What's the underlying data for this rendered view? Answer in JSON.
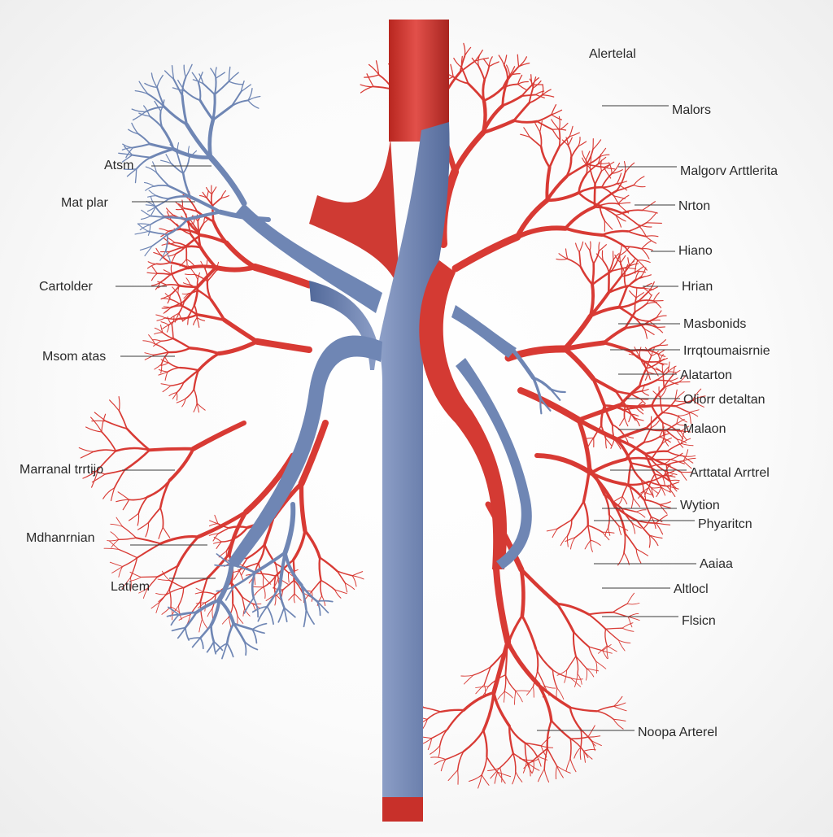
{
  "colors": {
    "artery": "#d83a34",
    "artery_dark": "#a82520",
    "vein": "#6f86b4",
    "vein_dark": "#52699a",
    "leader": "#3a3a3a"
  },
  "labels_left": [
    {
      "text": "Atsm"
    },
    {
      "text": "Mat plar"
    },
    {
      "text": "Cartolder"
    },
    {
      "text": "Msom atas"
    },
    {
      "text": "Marranal trrtijo"
    },
    {
      "text": "Mdhanrnian"
    },
    {
      "text": "Latiem"
    }
  ],
  "labels_right": [
    {
      "text": "Alertelal"
    },
    {
      "text": "Malors"
    },
    {
      "text": "Malgorv Arttlerita"
    },
    {
      "text": "Nrton"
    },
    {
      "text": "Hiano"
    },
    {
      "text": "Hrian"
    },
    {
      "text": "Masbonids"
    },
    {
      "text": "Irrqtoumaisrnie"
    },
    {
      "text": "Alatarton"
    },
    {
      "text": "Oliorr detaltan"
    },
    {
      "text": "Malaon"
    },
    {
      "text": "Arttatal Arrtrel"
    },
    {
      "text": "Wytion"
    },
    {
      "text": "Phyaritcn"
    },
    {
      "text": "Aaiaa"
    },
    {
      "text": "Altlocl"
    },
    {
      "text": "Flsicn"
    },
    {
      "text": "Noopa Arterel"
    }
  ]
}
